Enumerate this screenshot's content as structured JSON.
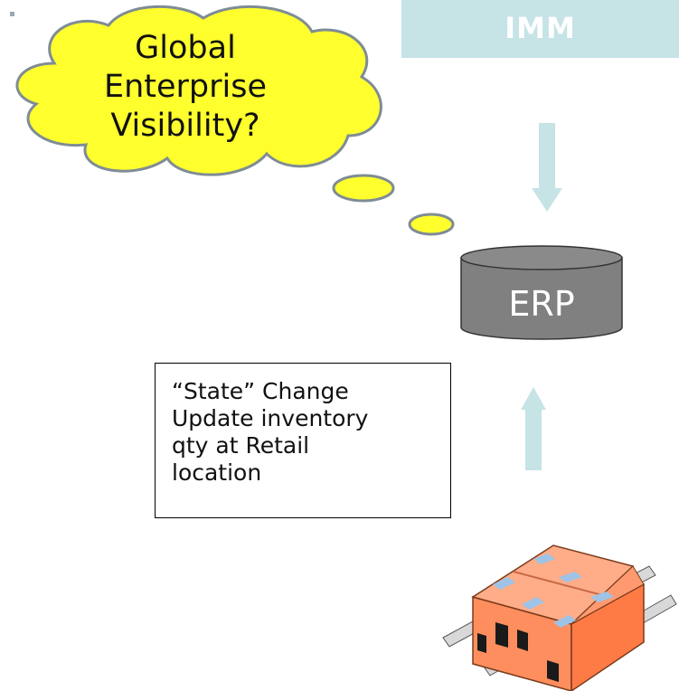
{
  "cloud": {
    "line1": "Global",
    "line2": "Enterprise",
    "line3": "Visibility?"
  },
  "imm": {
    "label": "IMM"
  },
  "erp": {
    "label": "ERP"
  },
  "state_change": {
    "line1": "“State” Change",
    "line2": "Update inventory",
    "line3": "qty at Retail",
    "line4": "location"
  },
  "colors": {
    "cloud_fill": "#ffff2e",
    "cloud_stroke": "#7f8c95",
    "imm_fill": "#c6e3e6",
    "arrow_fill": "#c6e3e6",
    "erp_fill": "#808080",
    "building_wall": "#ff8e5e",
    "building_roof": "#ffad88",
    "window_blue": "#9ec3e6"
  }
}
